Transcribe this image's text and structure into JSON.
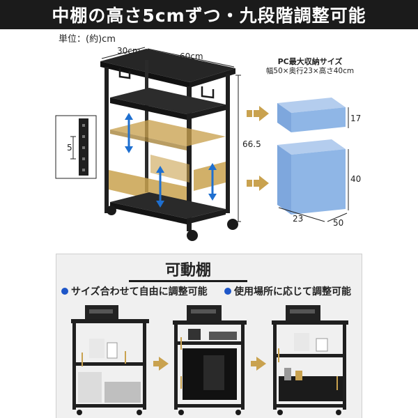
{
  "header": {
    "title": "中棚の高さ5cmずつ・九段階調整可能"
  },
  "unit_label": "単位：(約)cm",
  "dimensions": {
    "depth": "30cm",
    "width": "60cm",
    "height": "66.5",
    "shelf_step": "5",
    "small_box_height": "17",
    "large_box_height": "40",
    "large_box_depth": "23",
    "large_box_width": "50"
  },
  "pc_spec": {
    "title": "PC最大収納サイズ",
    "detail": "幅50×奥行23×高さ40cm"
  },
  "movable": {
    "title": "可動棚",
    "bullet_left": "サイズ合わせて自由に調整可能",
    "bullet_right": "使用場所に応じて調整可能"
  },
  "colors": {
    "title_bg": "#1b1b1b",
    "frame": "#1f1f1f",
    "wood": "#c9a24f",
    "arrow_blue": "#1e6fd0",
    "box_blue": "#8fb6e6",
    "arrow_gold": "#c9a24f",
    "bullet_blue": "#1e56c8"
  }
}
